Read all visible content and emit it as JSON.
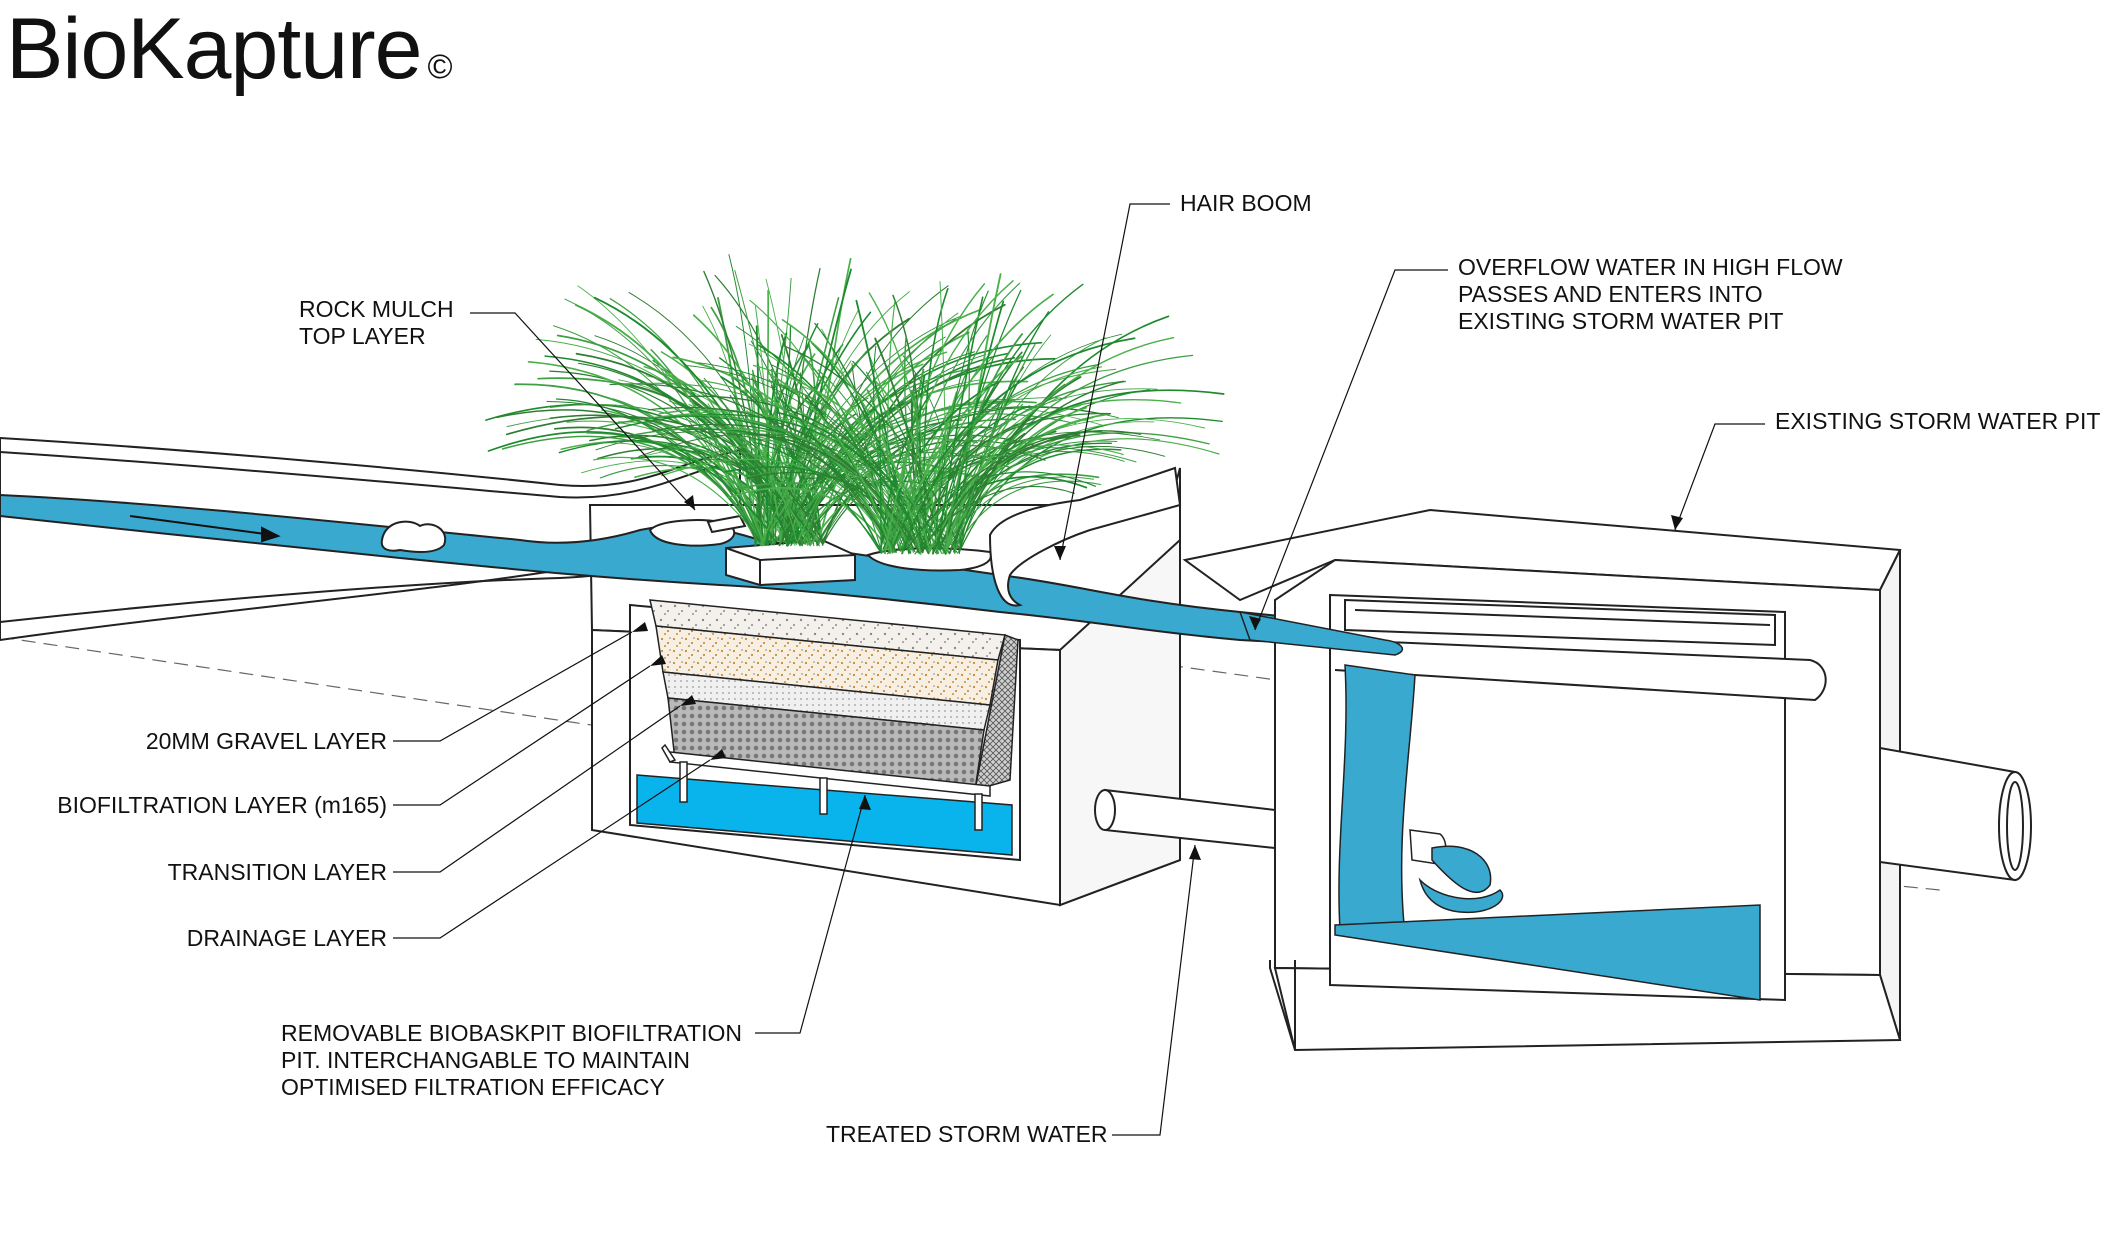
{
  "title": "BioKapture",
  "copyright_symbol": "©",
  "colors": {
    "water": "#3aa9d0",
    "water_bright": "#09b4ec",
    "grass": "#1e8a2e",
    "grass_light": "#49b04a",
    "line": "#222222"
  },
  "labels": {
    "hair_boom": "HAIR BOOM",
    "rock_mulch": [
      "ROCK MULCH",
      "TOP LAYER"
    ],
    "overflow": [
      "OVERFLOW WATER IN HIGH FLOW",
      "PASSES AND ENTERS INTO",
      "EXISTING STORM WATER PIT"
    ],
    "existing_pit": "EXISTING STORM WATER PIT",
    "gravel": "20MM GRAVEL LAYER",
    "biofiltration": "BIOFILTRATION LAYER (m165)",
    "transition": "TRANSITION LAYER",
    "drainage": "DRAINAGE LAYER",
    "removable": [
      "REMOVABLE BIOBASKPIT BIOFILTRATION",
      "PIT. INTERCHANGABLE TO MAINTAIN",
      "OPTIMISED FILTRATION EFFICACY"
    ],
    "treated": "TREATED STORM WATER"
  }
}
